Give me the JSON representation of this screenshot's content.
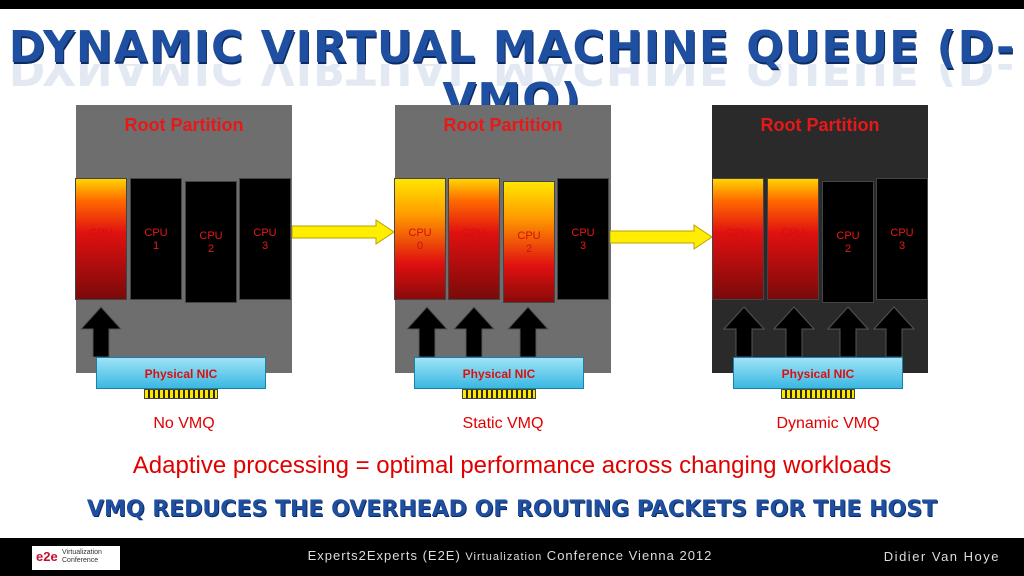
{
  "title": "DYNAMIC VIRTUAL MACHINE QUEUE (D-VMQ)",
  "panels": [
    {
      "title": "Root Partition",
      "cpus": [
        {
          "label_line1": "CPU",
          "label_line2": "0",
          "state": "busy"
        },
        {
          "label_line1": "CPU",
          "label_line2": "1",
          "state": "idle"
        },
        {
          "label_line1": "CPU",
          "label_line2": "2",
          "state": "idle"
        },
        {
          "label_line1": "CPU",
          "label_line2": "3",
          "state": "idle"
        }
      ],
      "nic_label": "Physical NIC",
      "caption": "No VMQ"
    },
    {
      "title": "Root Partition",
      "cpus": [
        {
          "label_line1": "CPU",
          "label_line2": "0",
          "state": "busy"
        },
        {
          "label_line1": "CPU",
          "label_line2": "1",
          "state": "busy"
        },
        {
          "label_line1": "CPU",
          "label_line2": "2",
          "state": "busy"
        },
        {
          "label_line1": "CPU",
          "label_line2": "3",
          "state": "idle"
        }
      ],
      "nic_label": "Physical NIC",
      "caption": "Static VMQ"
    },
    {
      "title": "Root Partition",
      "cpus": [
        {
          "label_line1": "CPU",
          "label_line2": "0",
          "state": "busy"
        },
        {
          "label_line1": "CPU",
          "label_line2": "1",
          "state": "busy"
        },
        {
          "label_line1": "CPU",
          "label_line2": "2",
          "state": "idle"
        },
        {
          "label_line1": "CPU",
          "label_line2": "3",
          "state": "idle"
        }
      ],
      "nic_label": "Physical NIC",
      "caption": "Dynamic VMQ"
    }
  ],
  "adaptive_text": "Adaptive processing = optimal performance across changing workloads",
  "subtitle": "VMQ REDUCES THE OVERHEAD OF ROUTING PACKETS FOR THE HOST",
  "footer": {
    "logo_mark": "e2e",
    "logo_line1": "Virtualization",
    "logo_line2": "Conference",
    "center_part1": "Experts2Experts (E2E) ",
    "center_part2": "Virtualization",
    "center_part3": " Conference Vienna 2012",
    "right": "Didier Van Hoye"
  },
  "colors": {
    "title_blue": "#1f4fa0",
    "accent_red": "#e00000",
    "panel_gray": "#6e6e6e",
    "panel_dark": "#2a2a2a",
    "nic_blue": "#3ab8e2",
    "flow_yellow": "#ffee00"
  }
}
